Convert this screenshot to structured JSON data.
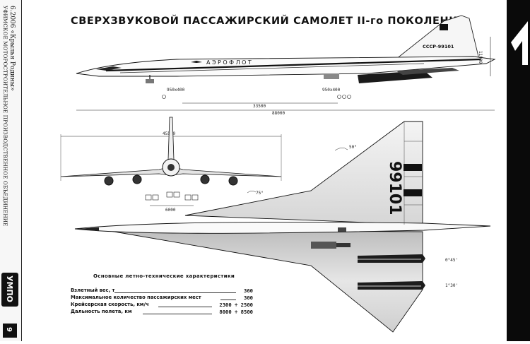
{
  "gutter": {
    "issue_text": "6.2006 «Крылья Родины»",
    "publisher_text": "УФИМСКОЕ МОТОРОСТРОИТЕЛЬНОЕ ПРОИЗВОДСТВЕННОЕ ОБЪЕДИНЕНИЕ",
    "logo_text": "УМПО",
    "page_number": "9"
  },
  "title": "СВЕРХЗВУКОВОЙ ПАССАЖИРСКИЙ САМОЛЕТ II-го ПОКОЛЕНИЯ",
  "side_view": {
    "airline": "АЭРОФЛОТ",
    "registration": "СССР-99101",
    "height_label": "11900",
    "gear_front_label": "950x400",
    "gear_main_label": "950x400",
    "dim_33500": "33500",
    "dim_88000": "88000"
  },
  "front_view": {
    "span_label": "45500",
    "track_label": "6000"
  },
  "top_view": {
    "wing_number": "99101",
    "sweep_outer": "50°",
    "sweep_inner": "75°",
    "nacelle_angle_1": "0°45'",
    "nacelle_angle_2": "1°30'"
  },
  "specs": {
    "heading": "Основные летно-технические характеристики",
    "rows": [
      {
        "label": "Взлетный вес, т",
        "value": "360"
      },
      {
        "label": "Максимальное количество пассажирских мест",
        "value": "300"
      },
      {
        "label": "Крейсерская скорость, км/ч",
        "value": "2300 ÷ 2500"
      },
      {
        "label": "Дальность полета, км",
        "value": "8000 ÷ 8500"
      }
    ]
  },
  "colors": {
    "ink": "#111111",
    "strip": "#0a0a0a"
  }
}
